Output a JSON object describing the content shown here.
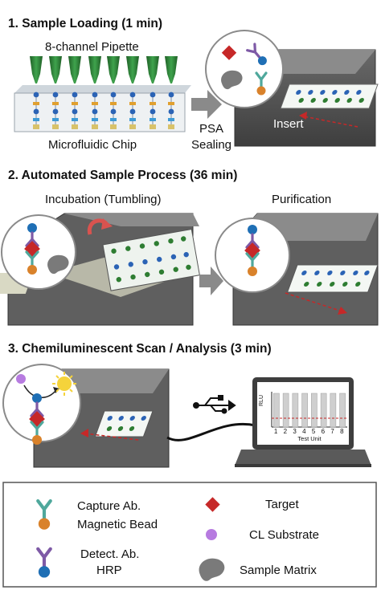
{
  "steps": [
    {
      "heading": "1. Sample Loading (1 min)",
      "pipette_label": "8-channel Pipette",
      "chip_label": "Microfluidic Chip",
      "sealing_label_1": "PSA",
      "sealing_label_2": "Sealing",
      "insert_label": "Insert"
    },
    {
      "heading": "2. Automated Sample Process (36 min)",
      "incubation_label": "Incubation (Tumbling)",
      "purification_label": "Purification"
    },
    {
      "heading": "3. Chemiluminescent Scan / Analysis (3 min)"
    }
  ],
  "chart": {
    "ylabel": "RLU",
    "xlabel": "Test Unit",
    "ticks": [
      "1",
      "2",
      "3",
      "4",
      "5",
      "6",
      "7",
      "8"
    ]
  },
  "chart_data": {
    "type": "bar",
    "categories": [
      "1",
      "2",
      "3",
      "4",
      "5",
      "6",
      "7",
      "8"
    ],
    "values": [
      1,
      1,
      1,
      1,
      1,
      1,
      1,
      1
    ],
    "xlabel": "Test Unit",
    "ylabel": "RLU"
  },
  "legend": {
    "capture_1": "Capture Ab.",
    "capture_2": "Magnetic Bead",
    "detect_1": "Detect. Ab.",
    "detect_2": "HRP",
    "target": "Target",
    "cl_substrate": "CL Substrate",
    "sample_matrix": "Sample Matrix"
  },
  "colors": {
    "tip_green": "#2e7d32",
    "target_red": "#c62828",
    "capture_teal": "#4fa89c",
    "detect_purple": "#7e5aa6",
    "bead_orange": "#d9822b",
    "hrp_blue": "#1f6fb5",
    "cl_purple": "#b77be0",
    "matrix_gray": "#777777",
    "instrument_gray": "#5f5f5f",
    "arrow_gray": "#8a8a8a"
  }
}
